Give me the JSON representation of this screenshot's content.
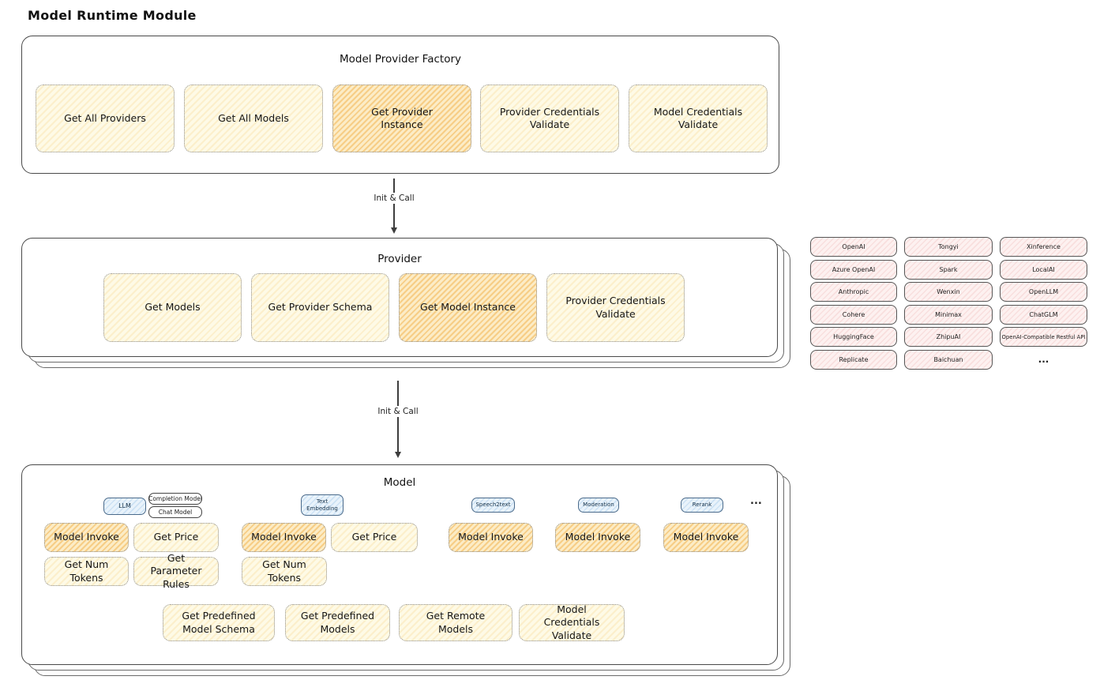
{
  "page_title": "Model Runtime Module",
  "arrows": {
    "arrow1_label": "Init & Call",
    "arrow2_label": "Init & Call"
  },
  "factory": {
    "title": "Model Provider Factory",
    "buttons": [
      {
        "label": "Get All Providers",
        "highlighted": false
      },
      {
        "label": "Get All Models",
        "highlighted": false
      },
      {
        "label": "Get Provider Instance",
        "highlighted": true
      },
      {
        "label": "Provider Credentials Validate",
        "highlighted": false
      },
      {
        "label": "Model Credentials Validate",
        "highlighted": false
      }
    ]
  },
  "provider": {
    "title": "Provider",
    "buttons": [
      {
        "label": "Get Models",
        "highlighted": false
      },
      {
        "label": "Get Provider Schema",
        "highlighted": false
      },
      {
        "label": "Get Model Instance",
        "highlighted": true
      },
      {
        "label": "Provider Credentials Validate",
        "highlighted": false
      }
    ]
  },
  "provider_list": {
    "items": [
      "OpenAI",
      "Tongyi",
      "Xinference",
      "Azure OpenAI",
      "Spark",
      "LocalAI",
      "Anthropic",
      "Wenxin",
      "OpenLLM",
      "Cohere",
      "Minimax",
      "ChatGLM",
      "HuggingFace",
      "ZhipuAI",
      "OpenAI-Compatible Restful API",
      "Replicate",
      "Baichuan"
    ],
    "ellipsis": "..."
  },
  "model": {
    "title": "Model",
    "types": {
      "llm": "LLM",
      "completion": "Completion Model",
      "chat": "Chat Model",
      "text_embedding": "Text Embedding",
      "speech2text": "Speech2text",
      "moderation": "Moderation",
      "rerank": "Rerank",
      "ellipsis": "..."
    },
    "buttons": {
      "model_invoke": "Model Invoke",
      "get_price": "Get Price",
      "get_num_tokens": "Get Num Tokens",
      "get_parameter_rules": "Get Parameter Rules",
      "get_predefined_model_schema": "Get Predefined Model Schema",
      "get_predefined_models": "Get Predefined Models",
      "get_remote_models": "Get Remote Models",
      "model_credentials_validate": "Model Credentials Validate"
    }
  },
  "colors": {
    "highlight_fill": "#fcecc6",
    "cream_fill": "#fefae6",
    "pink_fill": "#fdf1f0",
    "blue_fill": "#e9f3fb",
    "stroke": "#4a4a4a"
  }
}
